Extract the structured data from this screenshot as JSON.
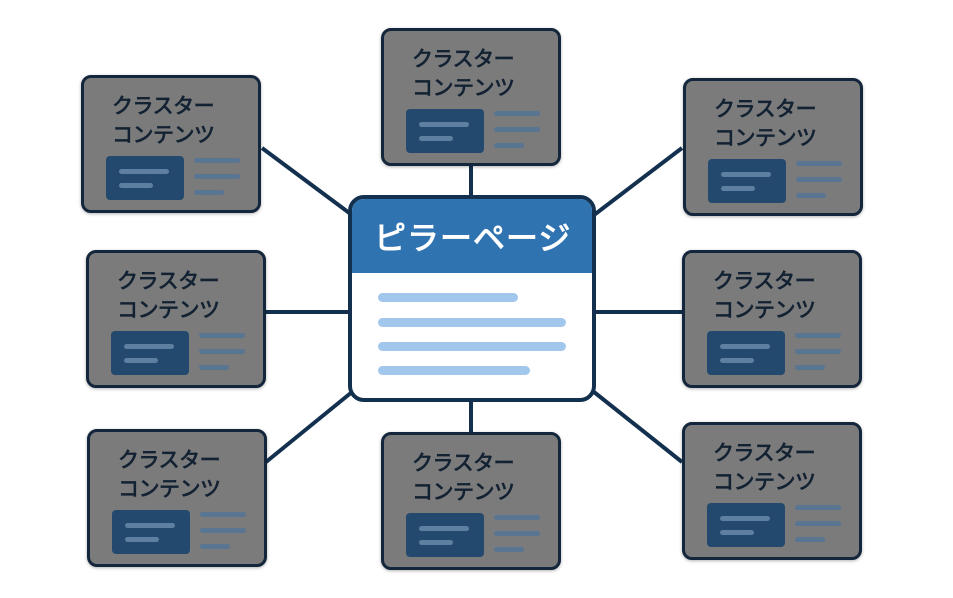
{
  "pillar": {
    "title": "ピラーページ",
    "content_line_fractions": [
      0.77,
      1.0,
      1.0,
      0.83
    ]
  },
  "clusters": [
    {
      "line1": "クラスター",
      "line2": "コンテンツ"
    },
    {
      "line1": "クラスター",
      "line2": "コンテンツ"
    },
    {
      "line1": "クラスター",
      "line2": "コンテンツ"
    },
    {
      "line1": "クラスター",
      "line2": "コンテンツ"
    },
    {
      "line1": "クラスター",
      "line2": "コンテンツ"
    },
    {
      "line1": "クラスター",
      "line2": "コンテンツ"
    },
    {
      "line1": "クラスター",
      "line2": "コンテンツ"
    },
    {
      "line1": "クラスター",
      "line2": "コンテンツ"
    }
  ],
  "colors": {
    "connector": "#13304f",
    "header": "#2f73b1",
    "card": "#7b7b7b"
  }
}
